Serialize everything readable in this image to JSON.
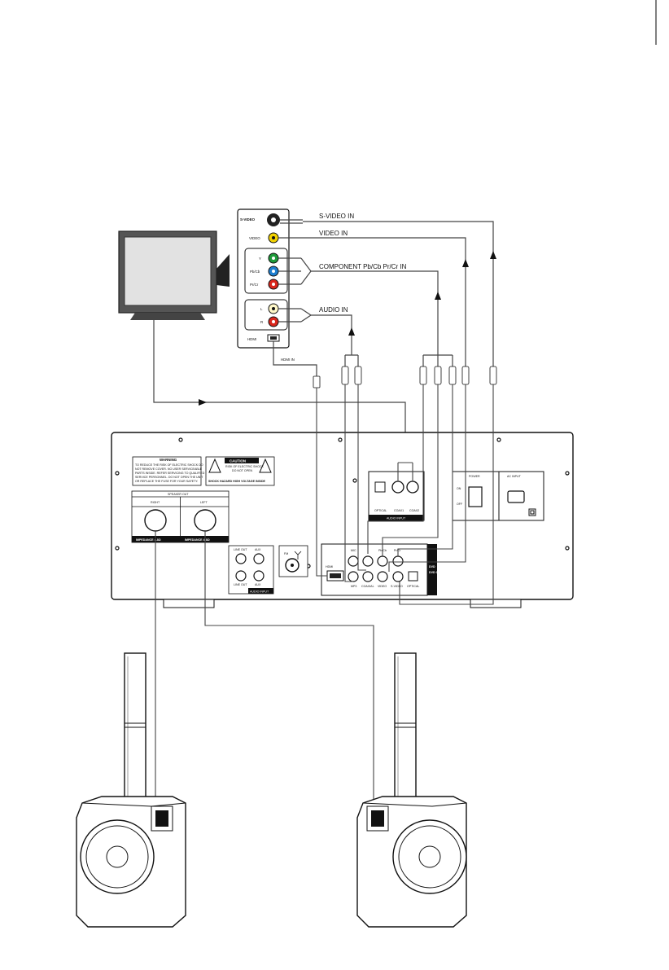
{
  "tv_panel": {
    "svideo": "S-VIDEO",
    "video": "VIDEO",
    "y": "Y",
    "pb": "Pb/Cb",
    "pr": "Pr/Cr",
    "l": "L",
    "r": "R",
    "hdmi": "HDMI"
  },
  "cables": {
    "svideo_in": "S-VIDEO IN",
    "video_in": "VIDEO IN",
    "component_in": "COMPONENT Pb/Cb Pr/Cr IN",
    "audio_in": "AUDIO IN",
    "hdmi_in": "HDMI IN"
  },
  "rear_panel": {
    "warning_title": "WARNING",
    "warning_text": [
      "TO REDUCE THE RISK OF ELECTRIC SHOCK DO",
      "NOT REMOVE COVER. NO USER SERVICEABLE",
      "PARTS INSIDE. REFER SERVICING TO QUALIFIED",
      "SERVICE PERSONNEL. DO NOT OPEN THE UNIT",
      "OR REPLACE THE FUSE FOR YOUR SAFETY."
    ],
    "caution_title": "CAUTION",
    "caution_text": [
      "RISK OF ELECTRIC SHOCK",
      "DO NOT OPEN"
    ],
    "shock_hazard": "SHOCK HAZARD HIGH VOLTAGE INSIDE",
    "speaker_out": "SPEAKER OUT",
    "right": "RIGHT",
    "left": "LEFT",
    "impedance_right": "IMPEDANCE 4-8Ω",
    "impedance_left": "IMPEDANCE 4-8Ω",
    "line_out_top": "LINE OUT",
    "aux_top": "AUX",
    "line_out_bottom": "LINE OUT",
    "aux_bottom": "AUX",
    "audio_input_left": "AUDIO INPUT",
    "fm": "FM",
    "hdmi": "HDMI",
    "mic": "MIC",
    "mp3": "MP3",
    "coaxial": "COAXIAL",
    "video": "VIDEO",
    "svideo": "S-VIDEO",
    "optical_dvd": "OPTICAL",
    "pb_cb": "Pb/Cb",
    "pr_cr": "Pr/Cr",
    "dvd_out": "DVD OUT",
    "optical_audio": "OPTICAL",
    "coax1": "COAX1",
    "coax2": "COAX2",
    "audio_input_right": "AUDIO INPUT",
    "power": "POWER",
    "on": "ON",
    "off": "OFF",
    "ac_input": "AC INPUT"
  }
}
